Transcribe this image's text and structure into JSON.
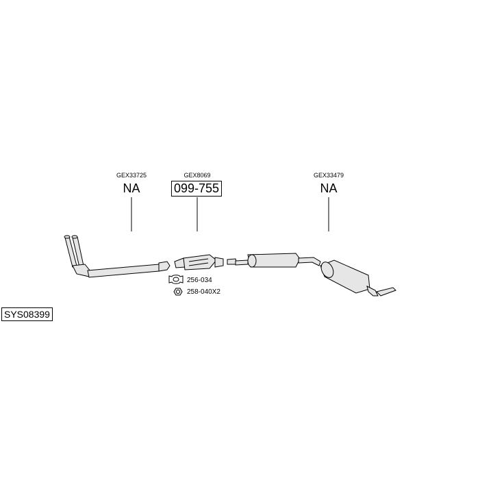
{
  "system_code": "SYS08399",
  "parts": [
    {
      "ref": "GEX33725",
      "value": "NA"
    },
    {
      "ref": "GEX8069",
      "value": "099-755"
    },
    {
      "ref": "GEX33479",
      "value": "NA"
    }
  ],
  "accessories": [
    {
      "code": "256-034",
      "icon": "gasket-icon"
    },
    {
      "code": "258-040X2",
      "icon": "nut-icon"
    }
  ]
}
